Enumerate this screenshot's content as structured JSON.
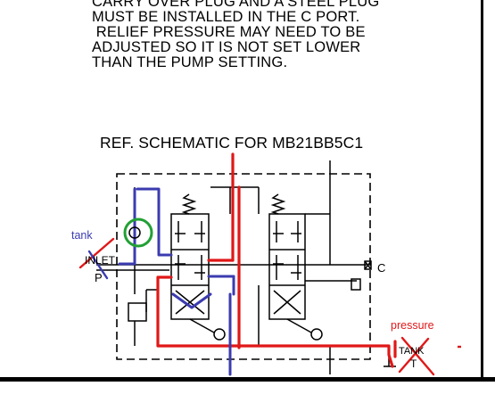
{
  "note_lines": [
    "CARRY OVER PLUG AND A STEEL PLUG",
    "MUST BE INSTALLED IN THE C PORT.",
    " RELIEF PRESSURE MAY NEED TO BE",
    "ADJUSTED SO IT IS NOT SET LOWER",
    "THAN THE PUMP SETTING."
  ],
  "title": "REF. SCHEMATIC FOR MB21BB5C1",
  "port_labels": {
    "inlet": "INLET",
    "p": "P",
    "c": "C",
    "tank": "TANK",
    "t": "T"
  },
  "annotations": {
    "tank": "tank",
    "pressure": "pressure"
  },
  "colors": {
    "tank_line": "#3b3bb0",
    "pressure_line": "#e01818",
    "check_circle": "#22a035",
    "schematic": "#000000"
  }
}
